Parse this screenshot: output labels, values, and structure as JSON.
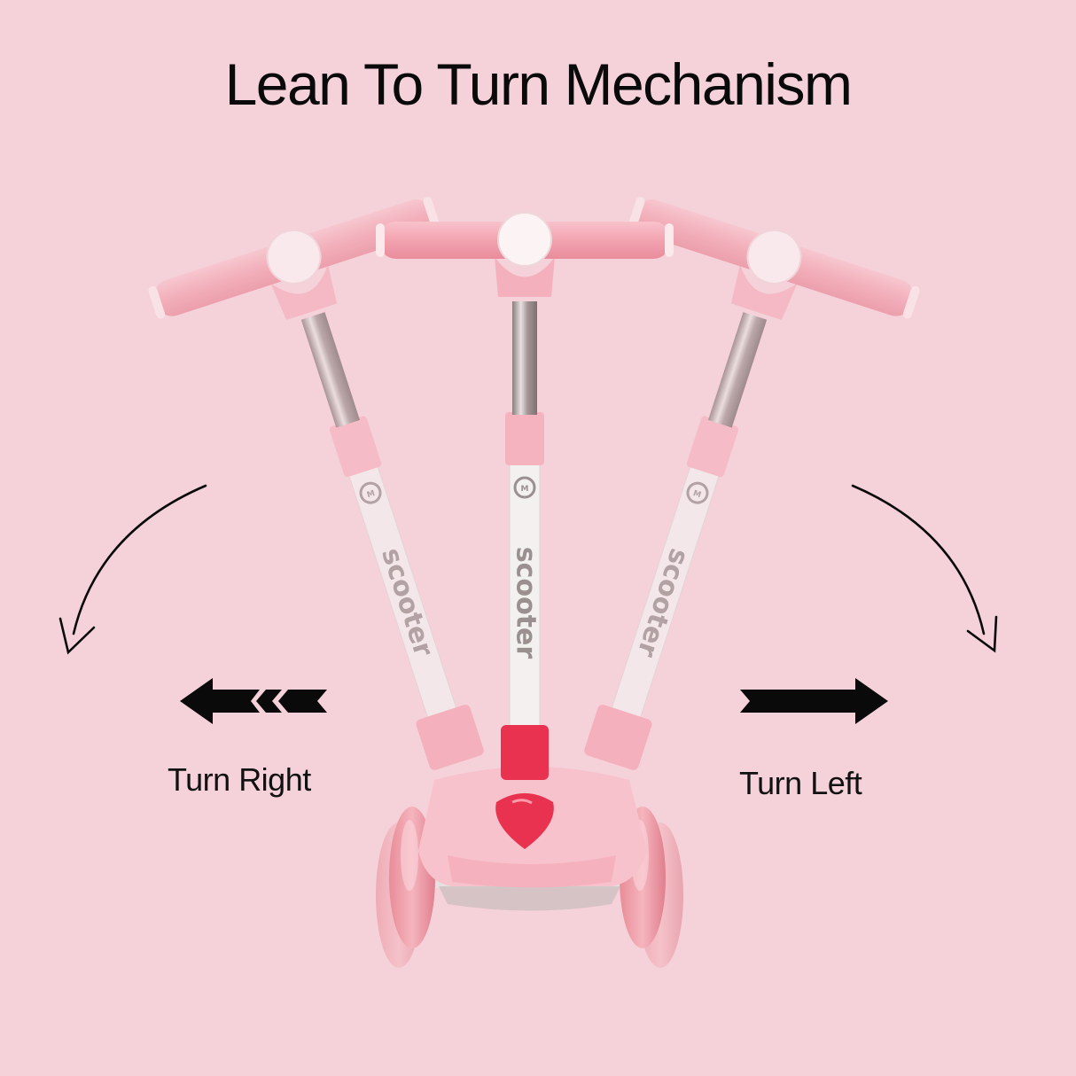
{
  "page": {
    "title": "Lean To Turn Mechanism",
    "background_color": "#F5D2D9"
  },
  "labels": {
    "turn_right": "Turn Right",
    "turn_left": "Turn Left"
  },
  "icons": {
    "left_arrow": "chevron-arrow-left",
    "right_arrow": "chevron-arrow-right",
    "curved_left": "curved-arrow-down-left",
    "curved_right": "curved-arrow-down-right"
  },
  "product": {
    "stem_brand_text": "scooter",
    "positions": [
      "lean-left",
      "upright",
      "lean-right"
    ],
    "colors": {
      "grip_pink": "#F4A9B5",
      "body_pink": "#F7BFCA",
      "accent_red": "#E8324F",
      "stem_white": "#F3F0F0",
      "chrome": "#A89A9A",
      "logo_gray": "#9A9090"
    }
  }
}
